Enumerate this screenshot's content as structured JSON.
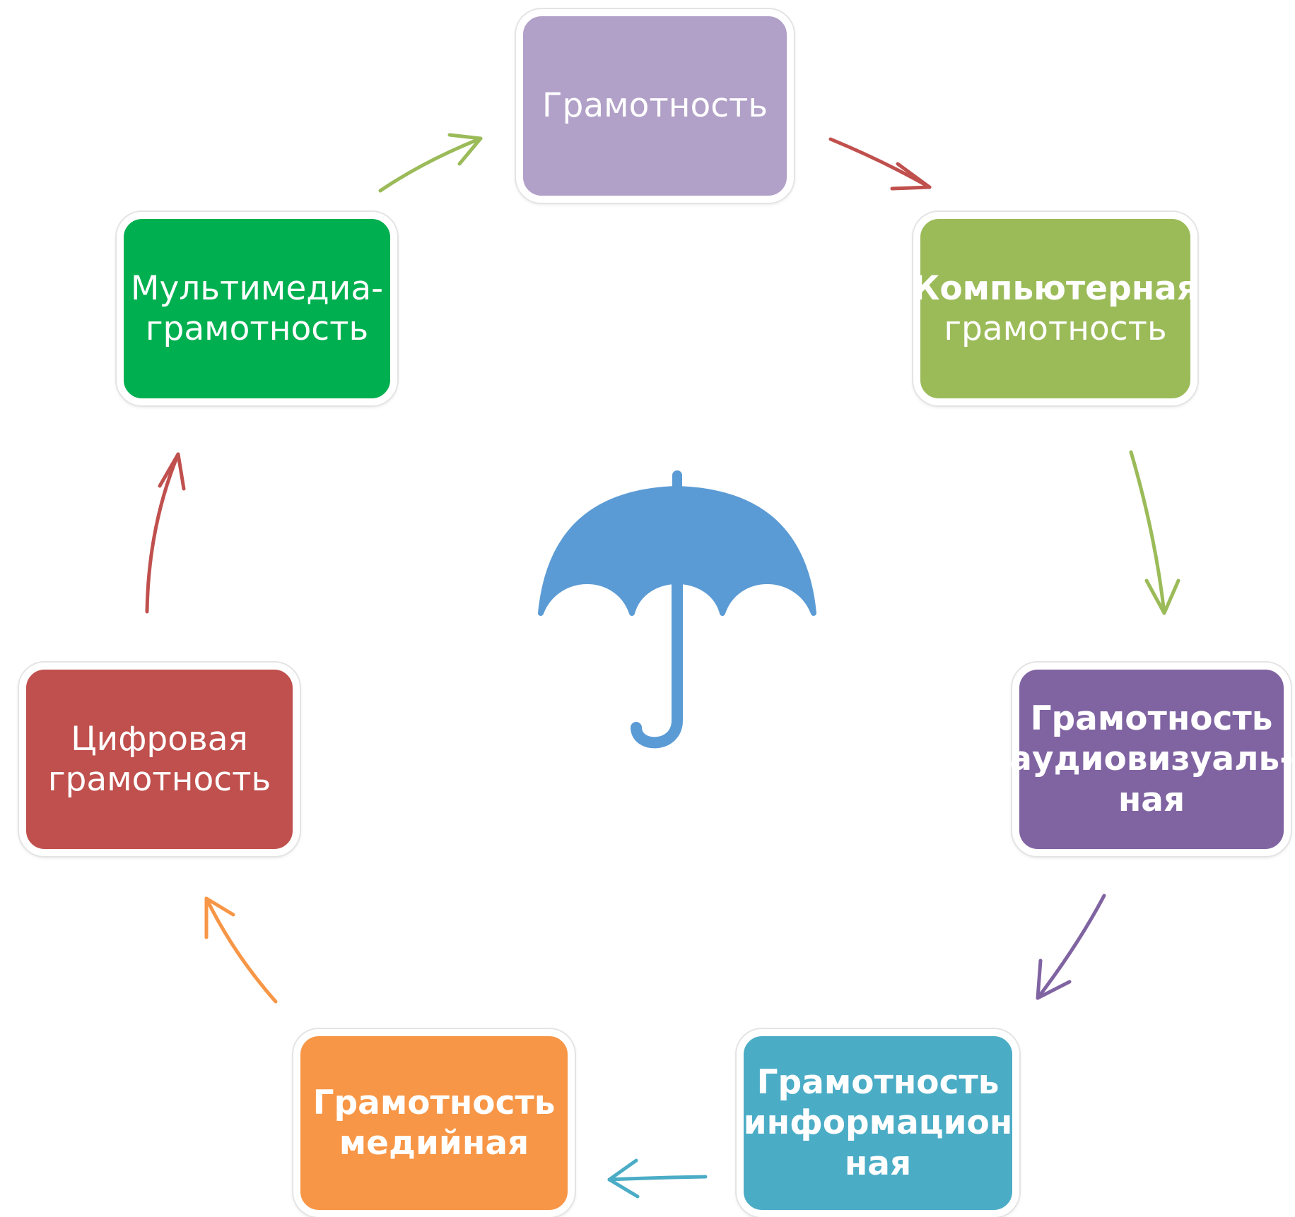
{
  "diagram": {
    "colors": {
      "purple_light": "#B1A0C7",
      "olive_green": "#9BBB59",
      "violet": "#8064A2",
      "teal": "#4BACC6",
      "orange": "#F79646",
      "red": "#C0504D",
      "green": "#00B050",
      "umbrella": "#5B9BD5"
    },
    "center_icon": "umbrella-icon",
    "nodes": [
      {
        "id": "gramotnost",
        "lines": [
          {
            "text": "Грамотность",
            "weight": "normal"
          }
        ],
        "color": "#B1A0C7"
      },
      {
        "id": "kompyuternaya",
        "lines": [
          {
            "text": "Компьютерная",
            "weight": "bold"
          },
          {
            "text": "грамотность",
            "weight": "normal"
          }
        ],
        "color": "#9BBB59"
      },
      {
        "id": "audiovizualnaya",
        "lines": [
          {
            "text": "Грамотность",
            "weight": "bold"
          },
          {
            "text": "аудиовизуаль-",
            "weight": "bold"
          },
          {
            "text": "ная",
            "weight": "bold"
          }
        ],
        "color": "#8064A2"
      },
      {
        "id": "informatsionnaya",
        "lines": [
          {
            "text": "Грамотность",
            "weight": "bold"
          },
          {
            "text": "информацион",
            "weight": "bold"
          },
          {
            "text": "ная",
            "weight": "bold"
          }
        ],
        "color": "#4BACC6"
      },
      {
        "id": "mediynaya",
        "lines": [
          {
            "text": "Грамотность",
            "weight": "bold"
          },
          {
            "text": "медийная",
            "weight": "bold"
          }
        ],
        "color": "#F79646"
      },
      {
        "id": "tsifrovaya",
        "lines": [
          {
            "text": "Цифровая",
            "weight": "normal"
          },
          {
            "text": "грамотность",
            "weight": "normal"
          }
        ],
        "color": "#C0504D"
      },
      {
        "id": "multimedia",
        "lines": [
          {
            "text": "Мультимедиа-",
            "weight": "normal"
          },
          {
            "text": "грамотность",
            "weight": "normal"
          }
        ],
        "color": "#00B050"
      }
    ],
    "arrows": [
      {
        "id": "gramotnost-to-kompyuternaya",
        "color": "#C0504D"
      },
      {
        "id": "kompyuternaya-to-audiovizualnaya",
        "color": "#9BBB59"
      },
      {
        "id": "audiovizualnaya-to-informatsionnaya",
        "color": "#8064A2"
      },
      {
        "id": "informatsionnaya-to-mediynaya",
        "color": "#4BACC6"
      },
      {
        "id": "mediynaya-to-tsifrovaya",
        "color": "#F79646"
      },
      {
        "id": "tsifrovaya-to-multimedia",
        "color": "#C0504D"
      },
      {
        "id": "multimedia-to-gramotnost",
        "color": "#9BBB59"
      }
    ]
  }
}
